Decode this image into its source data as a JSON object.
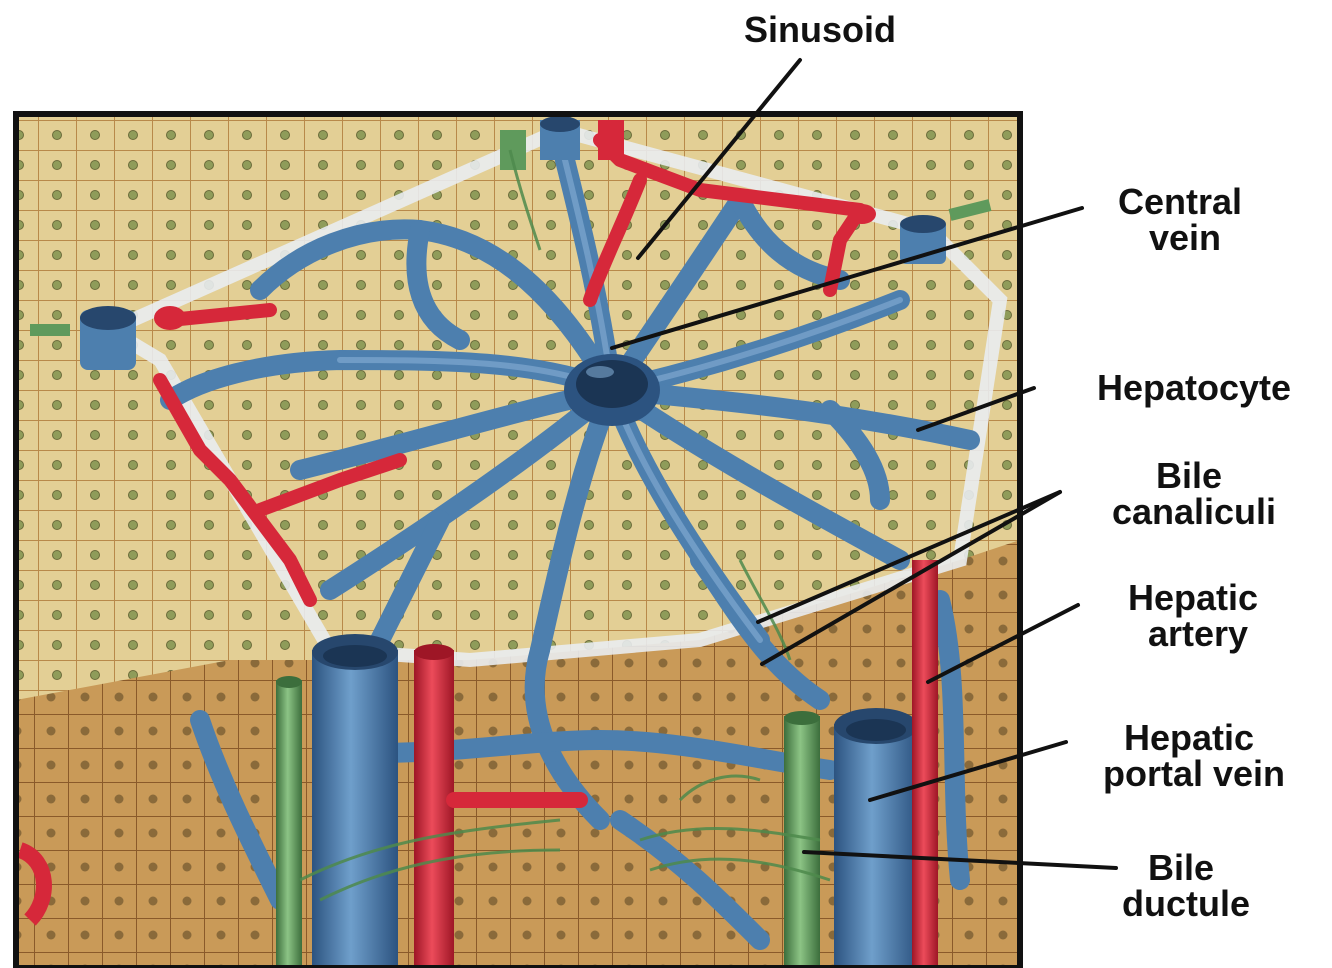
{
  "labels": {
    "sinusoid": "Sinusoid",
    "central_vein": [
      "Central",
      "vein"
    ],
    "hepatocyte": "Hepatocyte",
    "bile_canaliculi": [
      "Bile",
      "canaliculi"
    ],
    "hepatic_artery": [
      "Hepatic",
      "artery"
    ],
    "hepatic_portal_vein": [
      "Hepatic",
      "portal vein"
    ],
    "bile_ductule": [
      "Bile",
      "ductule"
    ]
  },
  "colors": {
    "hepatocyte": "#e3cf95",
    "hepatocyte_dark": "#b8894a",
    "vein_blue": "#4d7fae",
    "vein_blue_dark": "#27476d",
    "artery_red": "#d6283a",
    "bile_green": "#5f9a5c",
    "frame": "#111111",
    "leader": "#111111"
  }
}
